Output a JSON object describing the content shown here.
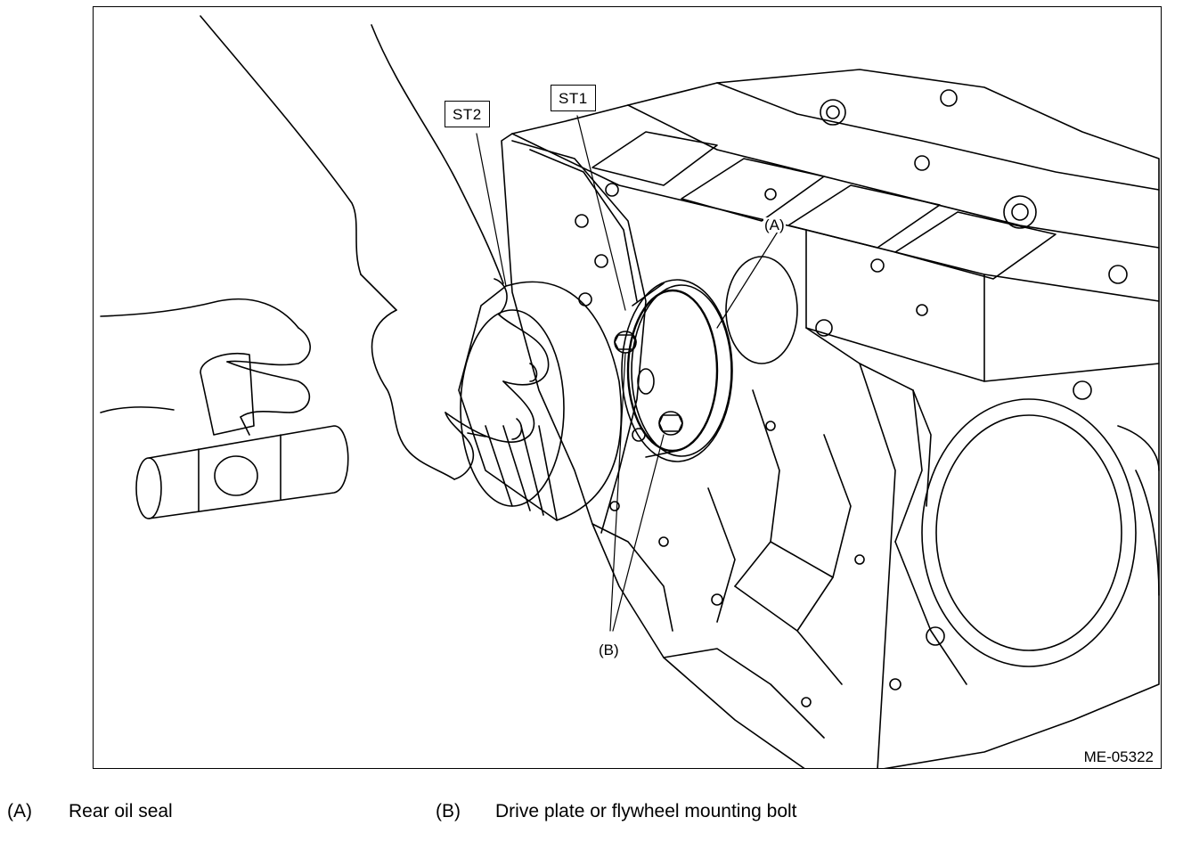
{
  "callouts": {
    "st1": "ST1",
    "st2": "ST2",
    "a": "(A)",
    "b": "(B)"
  },
  "figure_id": "ME-05322",
  "legend": [
    {
      "key": "(A)",
      "text": "Rear oil seal"
    },
    {
      "key": "(B)",
      "text": "Drive plate or flywheel mounting bolt"
    }
  ]
}
